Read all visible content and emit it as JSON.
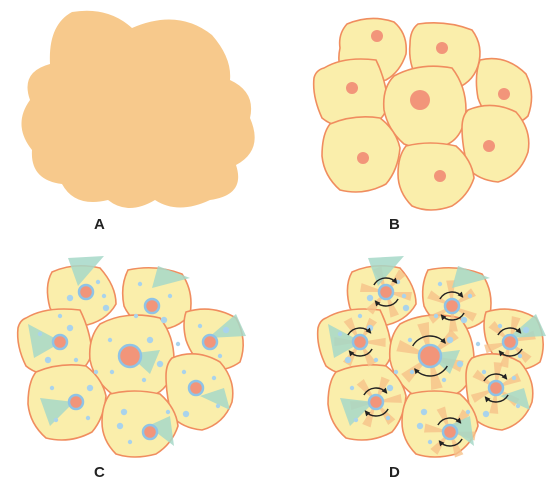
{
  "panels": [
    {
      "label": "A"
    },
    {
      "label": "B"
    },
    {
      "label": "C"
    },
    {
      "label": "D"
    }
  ],
  "colors": {
    "mass": "#f7c98c",
    "cell_fill": "#faeeab",
    "cell_border": "#f08d5f",
    "nucleus": "#f2957a",
    "nucleus_ring": "#8fc3e6",
    "vacuole": "#a9d3ec",
    "wedge": "#a6d8c8",
    "wedge_orange": "#f6c28a",
    "arrow": "#222222"
  }
}
